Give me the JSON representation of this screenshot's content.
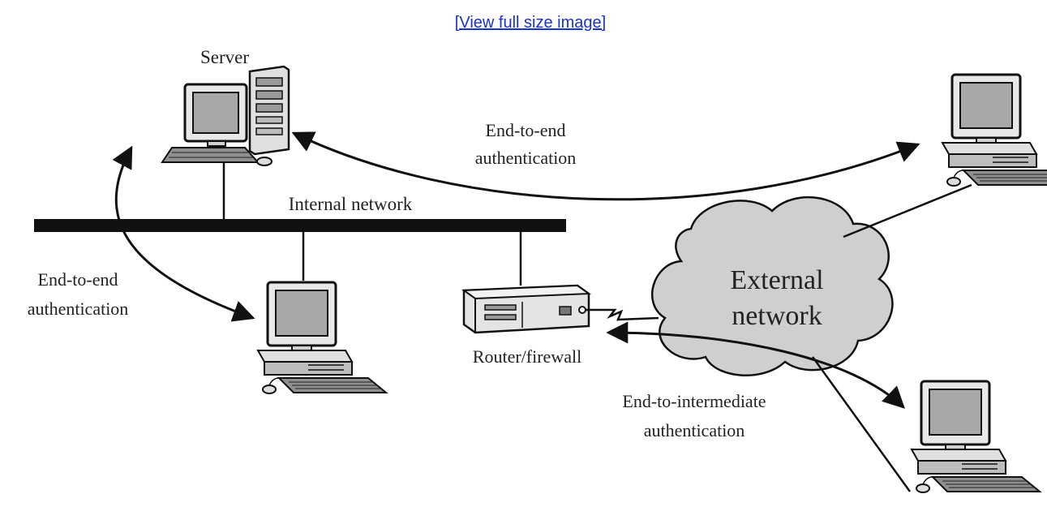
{
  "header": {
    "view_full_size_link": "[View full size image]"
  },
  "labels": {
    "server": "Server",
    "internal_network": "Internal network",
    "router_firewall": "Router/firewall",
    "external_network_line1": "External",
    "external_network_line2": "network",
    "end_to_end_left_line1": "End-to-end",
    "end_to_end_left_line2": "authentication",
    "end_to_end_top_line1": "End-to-end",
    "end_to_end_top_line2": "authentication",
    "end_to_intermediate_line1": "End-to-intermediate",
    "end_to_intermediate_line2": "authentication"
  },
  "colors": {
    "link": "#1a33cc",
    "cloud_fill": "#cfcfcf",
    "screen_fill": "#a8a8a8",
    "ink": "#111111"
  },
  "icons": {
    "server": "server-computer-icon",
    "workstation": "desktop-computer-icon",
    "router": "router-firewall-icon",
    "cloud": "external-network-cloud-icon"
  }
}
